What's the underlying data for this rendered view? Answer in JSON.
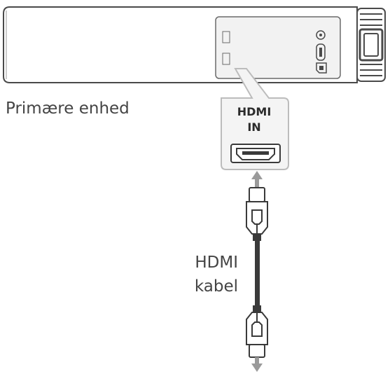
{
  "labels": {
    "device": "Primære enhed",
    "port_line1": "HDMI",
    "port_line2": "IN",
    "cable_line1": "HDMI",
    "cable_line2": "kabel"
  },
  "colors": {
    "outline": "#4a4a4a",
    "port_panel": "#f2f2f2",
    "callout_border": "#bcbcbc",
    "arrow": "#9a9a9a",
    "cable": "#3a3a3a"
  }
}
